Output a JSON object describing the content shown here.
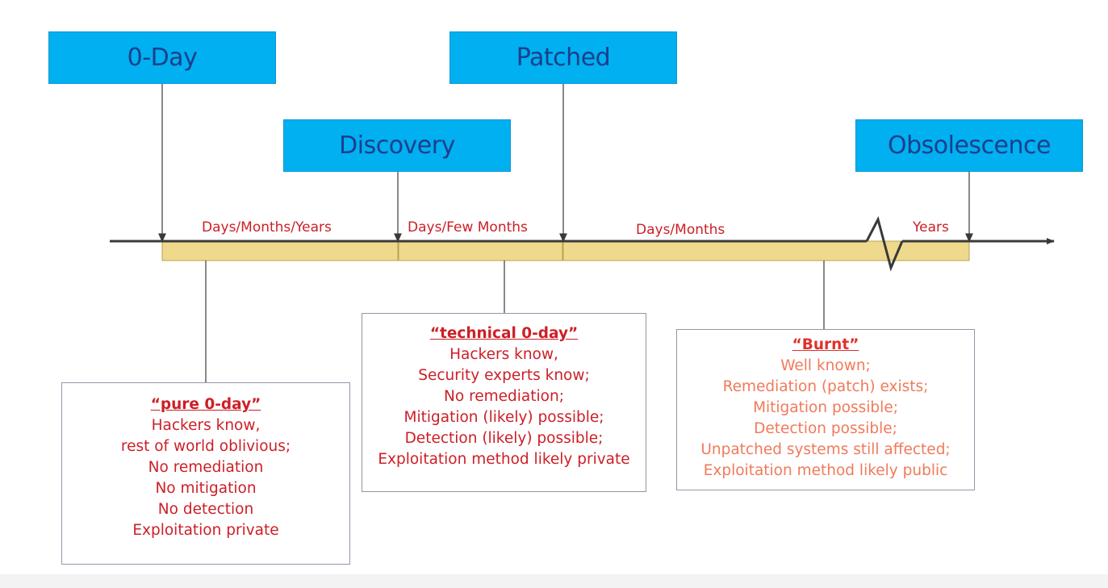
{
  "milestones": {
    "zero_day": "0-Day",
    "discovery": "Discovery",
    "patched": "Patched",
    "obsolescence": "Obsolescence"
  },
  "periods": {
    "p1": "Days/Months/Years",
    "p2": "Days/Few  Months",
    "p3": "Days/Months",
    "p4": "Years"
  },
  "phases": {
    "pure": {
      "title": "“pure 0-day”",
      "lines": [
        "Hackers know,",
        "rest of world oblivious;",
        "No remediation",
        "No mitigation",
        "No detection",
        "Exploitation private"
      ]
    },
    "technical": {
      "title": "“technical 0-day”",
      "lines": [
        "Hackers know,",
        "Security  experts know;",
        "No remediation;",
        "Mitigation (likely) possible;",
        "Detection (likely) possible;",
        "Exploitation method likely private"
      ]
    },
    "burnt": {
      "title": "“Burnt”",
      "lines": [
        "Well known;",
        "Remediation  (patch) exists;",
        "Mitigation possible;",
        "Detection possible;",
        "Unpatched  systems still affected;",
        "Exploitation method likely public"
      ]
    }
  },
  "colors": {
    "milestone_fill": "#00b0f0",
    "milestone_text": "#1c3f8c",
    "period_text": "#cc1f26",
    "band_fill": "#efd98c",
    "burnt_text": "#f07a5b"
  }
}
